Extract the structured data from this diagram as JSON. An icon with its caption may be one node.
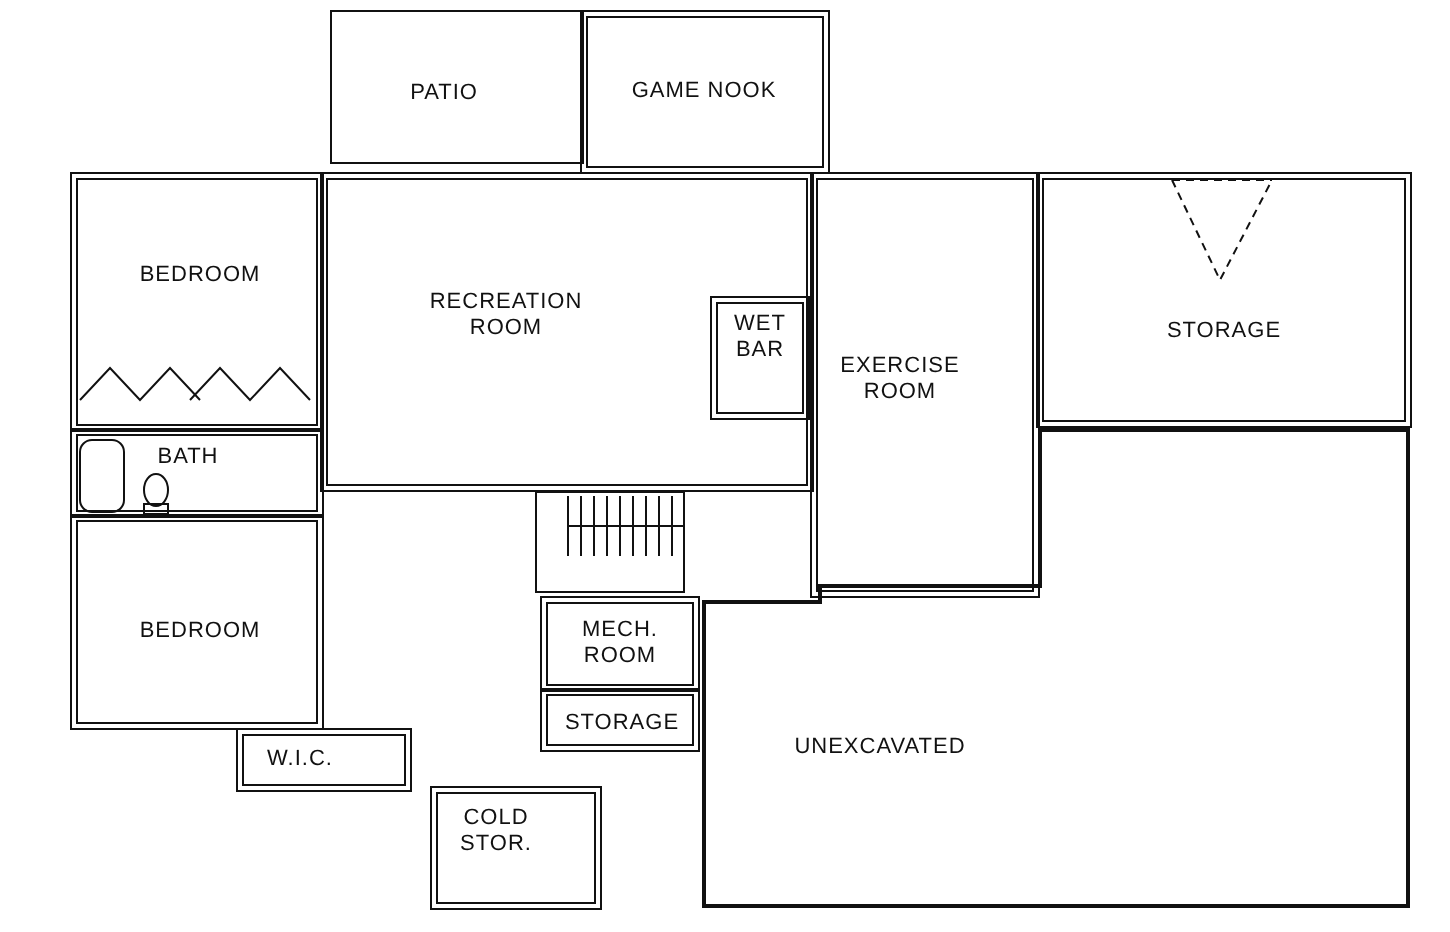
{
  "diagram": {
    "nodes": [
      {
        "text": [
          "PATIO"
        ]
      },
      {
        "text": [
          "GAME NOOK"
        ]
      },
      {
        "text": [
          "BEDROOM"
        ]
      },
      {
        "text": [
          "RECREATION ROOM"
        ]
      },
      {
        "text": [
          "WET BAR"
        ],
        "in": 3
      },
      {
        "text": [
          "EXERCISE ROOM"
        ]
      },
      {
        "text": [
          "STORAGE"
        ]
      },
      {
        "text": [
          "BATH"
        ]
      },
      {
        "text": [
          "BEDROOM"
        ]
      },
      {
        "text": [
          "MECH. ROOM"
        ]
      },
      {
        "text": [
          "W.I.C."
        ]
      },
      {
        "text": [
          "STORAGE"
        ]
      },
      {
        "text": [
          "UNEXCAVATED"
        ]
      },
      {
        "text": [
          "COLD STOR."
        ]
      }
    ]
  }
}
